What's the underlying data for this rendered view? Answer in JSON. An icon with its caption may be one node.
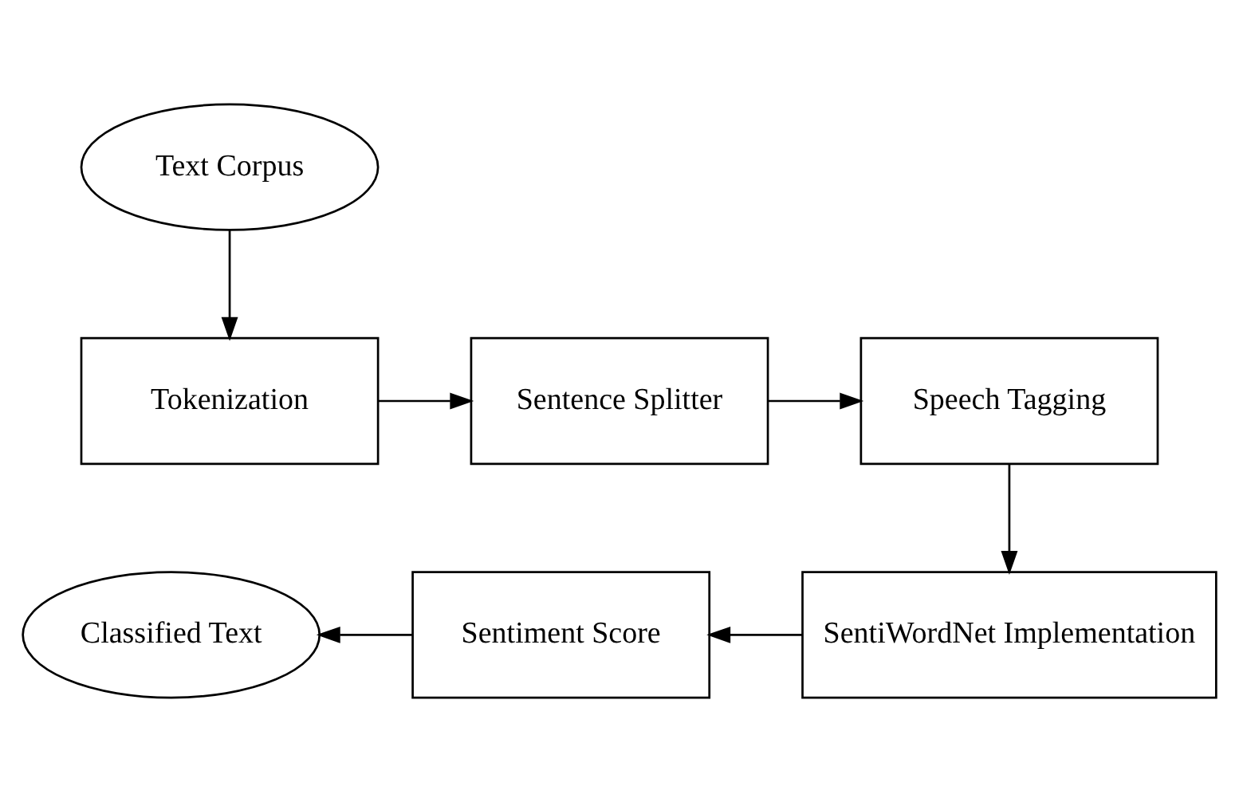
{
  "diagram": {
    "nodes": [
      {
        "text": [
          "Text Corpus"
        ]
      },
      {
        "text": [
          "Tokenization"
        ]
      },
      {
        "text": [
          "Sentence Splitter"
        ]
      },
      {
        "text": [
          "Speech Tagging"
        ]
      },
      {
        "text": [
          "SentiWordNet Implementation"
        ]
      },
      {
        "text": [
          "Sentiment Score"
        ]
      },
      {
        "text": [
          "Classified Text"
        ]
      }
    ],
    "edges": [
      {
        "from": 0,
        "to": 1,
        "arrow": "to"
      },
      {
        "from": 1,
        "to": 2,
        "arrow": "to"
      },
      {
        "from": 2,
        "to": 3,
        "arrow": "to"
      },
      {
        "from": 3,
        "to": 4,
        "arrow": "to"
      },
      {
        "from": 4,
        "to": 5,
        "arrow": "to"
      },
      {
        "from": 5,
        "to": 6,
        "arrow": "to"
      }
    ]
  }
}
